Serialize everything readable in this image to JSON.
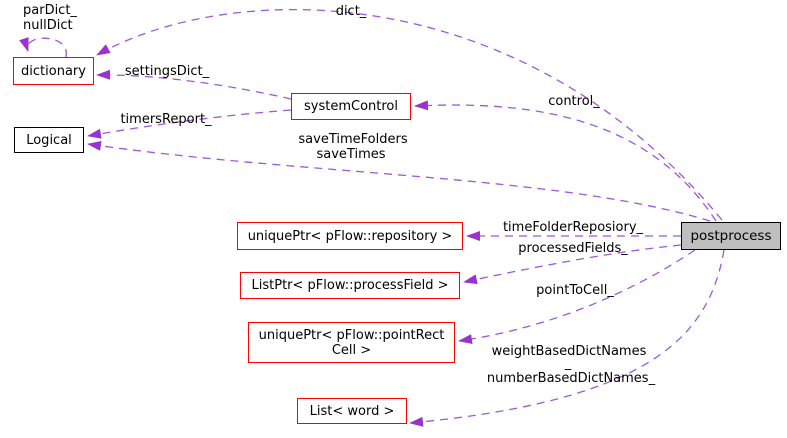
{
  "diagram": {
    "title": "postprocess collaboration graph",
    "colors": {
      "edge_stroke": "#a158d2",
      "arrow_fill": "#9a32cd",
      "node_border_red": "#ff0000",
      "node_border_black": "#000000",
      "current_node_fill": "#bfbfbf",
      "background": "#ffffff"
    },
    "nodes": [
      {
        "id": "dictionary",
        "label": "dictionary"
      },
      {
        "id": "logical",
        "label": "Logical"
      },
      {
        "id": "system-control",
        "label": "systemControl"
      },
      {
        "id": "uniqueptr-repository",
        "label": "uniquePtr< pFlow::repository >"
      },
      {
        "id": "listptr-processfield",
        "label": "ListPtr< pFlow::processField >"
      },
      {
        "id": "uniqueptr-pointrectcell",
        "label": "uniquePtr< pFlow::pointRect Cell >"
      },
      {
        "id": "list-word",
        "label": "List< word >"
      },
      {
        "id": "postprocess",
        "label": "postprocess"
      }
    ],
    "edge_labels": {
      "self_loop_line1": "parDict_",
      "self_loop_line2": "nullDict",
      "dict": "dict_",
      "settings_dict": "settingsDict_",
      "control": "control_",
      "timers_report": "timersReport_",
      "save_time_folders": "saveTimeFolders",
      "save_times": "saveTimes",
      "time_folder_reposiory": "timeFolderReposiory_",
      "processed_fields": "processedFields_",
      "point_to_cell": "pointToCell_",
      "weight_based_line1": "weightBasedDictNames",
      "weight_based_line2": "_",
      "number_based": "numberBasedDictNames_"
    }
  }
}
